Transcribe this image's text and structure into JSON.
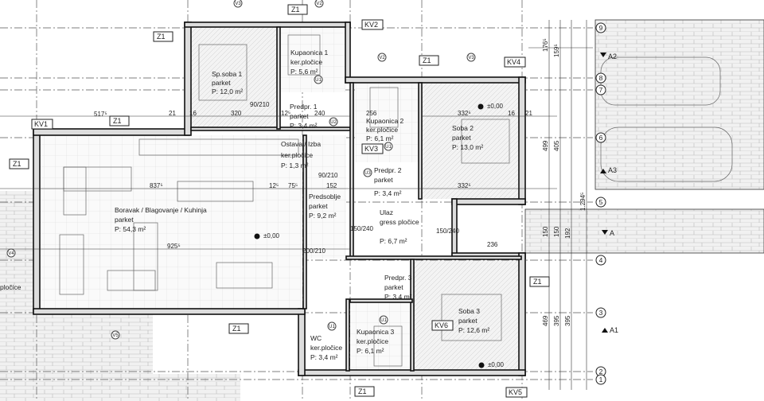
{
  "plan": {
    "rooms": [
      {
        "name": "Sp.soba 1",
        "finish": "parket",
        "area": "P: 12,0 m²"
      },
      {
        "name": "Kupaonica 1",
        "finish": "ker.pločice",
        "area": "P: 5,6 m²"
      },
      {
        "name": "Predpr. 1",
        "finish": "parket",
        "area": "P: 3,4 m²"
      },
      {
        "name": "Kupaonica 2",
        "finish": "ker.pločice",
        "area": "P: 6,1 m²"
      },
      {
        "name": "Soba 2",
        "finish": "parket",
        "area": "P: 13,0 m²"
      },
      {
        "name": "Ostava / Izba",
        "finish": "ker.pločice",
        "area": "P: 1,3 m²"
      },
      {
        "name": "Predpr. 2",
        "finish": "parket",
        "area": "P: 3,4 m²"
      },
      {
        "name": "Boravak / Blagovanje / Kuhinja",
        "finish": "parket",
        "area": "P: 54,3 m²"
      },
      {
        "name": "Predsoblje",
        "finish": "parket",
        "area": "P: 9,2 m²"
      },
      {
        "name": "Ulaz",
        "finish": "gress pločice",
        "area": "P: 6,7 m²"
      },
      {
        "name": "Predpr. 3",
        "finish": "parket",
        "area": "P: 3,4 m²"
      },
      {
        "name": "Soba 3",
        "finish": "parket",
        "area": "P: 12,6 m²"
      },
      {
        "name": "WC",
        "finish": "ker.pločice",
        "area": "P: 3,4 m²"
      },
      {
        "name": "Kupaonica 3",
        "finish": "ker.pločice",
        "area": "P: 6,1 m²"
      }
    ],
    "tags": [
      "Z1",
      "Z1",
      "Z1",
      "Z1",
      "Z1",
      "Z1",
      "Z1",
      "Z1",
      "KV1",
      "KV2",
      "KV3",
      "KV4",
      "KV5",
      "KV6"
    ],
    "level": "±0,00",
    "axes": [
      "9",
      "8",
      "7",
      "6",
      "5",
      "4",
      "3",
      "2",
      "1"
    ],
    "sections": [
      "A2",
      "A3",
      "A",
      "A1"
    ],
    "dimensions": [
      "517⁵",
      "21",
      "16",
      "320",
      "240",
      "12⁵",
      "256",
      "332⁵",
      "16",
      "21",
      "837⁵",
      "925⁵",
      "12⁵",
      "75⁵",
      "152",
      "332⁵",
      "236",
      "90/210",
      "90/210",
      "150/240",
      "150/240",
      "200/210",
      "469",
      "395",
      "395",
      "499",
      "405",
      "1.294⁵",
      "176⁵",
      "159⁵",
      "150",
      "150",
      "192"
    ],
    "openings": [
      "V3",
      "V2",
      "V2",
      "V3",
      "U1",
      "U2",
      "U1",
      "V4",
      "V5",
      "U3",
      "U1",
      "U1"
    ],
    "outside_label": "pločice"
  }
}
